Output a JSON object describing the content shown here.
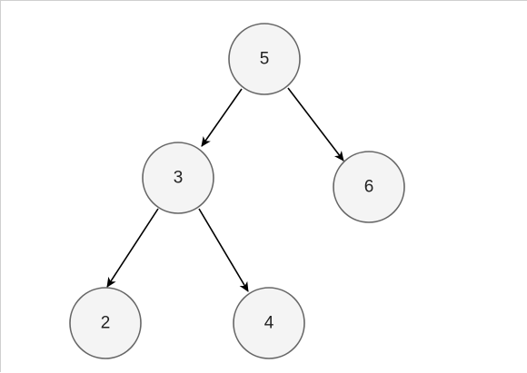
{
  "tree": {
    "nodes": [
      {
        "id": "n5",
        "label": "5"
      },
      {
        "id": "n3",
        "label": "3"
      },
      {
        "id": "n6",
        "label": "6"
      },
      {
        "id": "n2",
        "label": "2"
      },
      {
        "id": "n4",
        "label": "4"
      }
    ],
    "edges": [
      {
        "from": "n5",
        "to": "n3"
      },
      {
        "from": "n5",
        "to": "n6"
      },
      {
        "from": "n3",
        "to": "n2"
      },
      {
        "from": "n3",
        "to": "n4"
      }
    ]
  }
}
